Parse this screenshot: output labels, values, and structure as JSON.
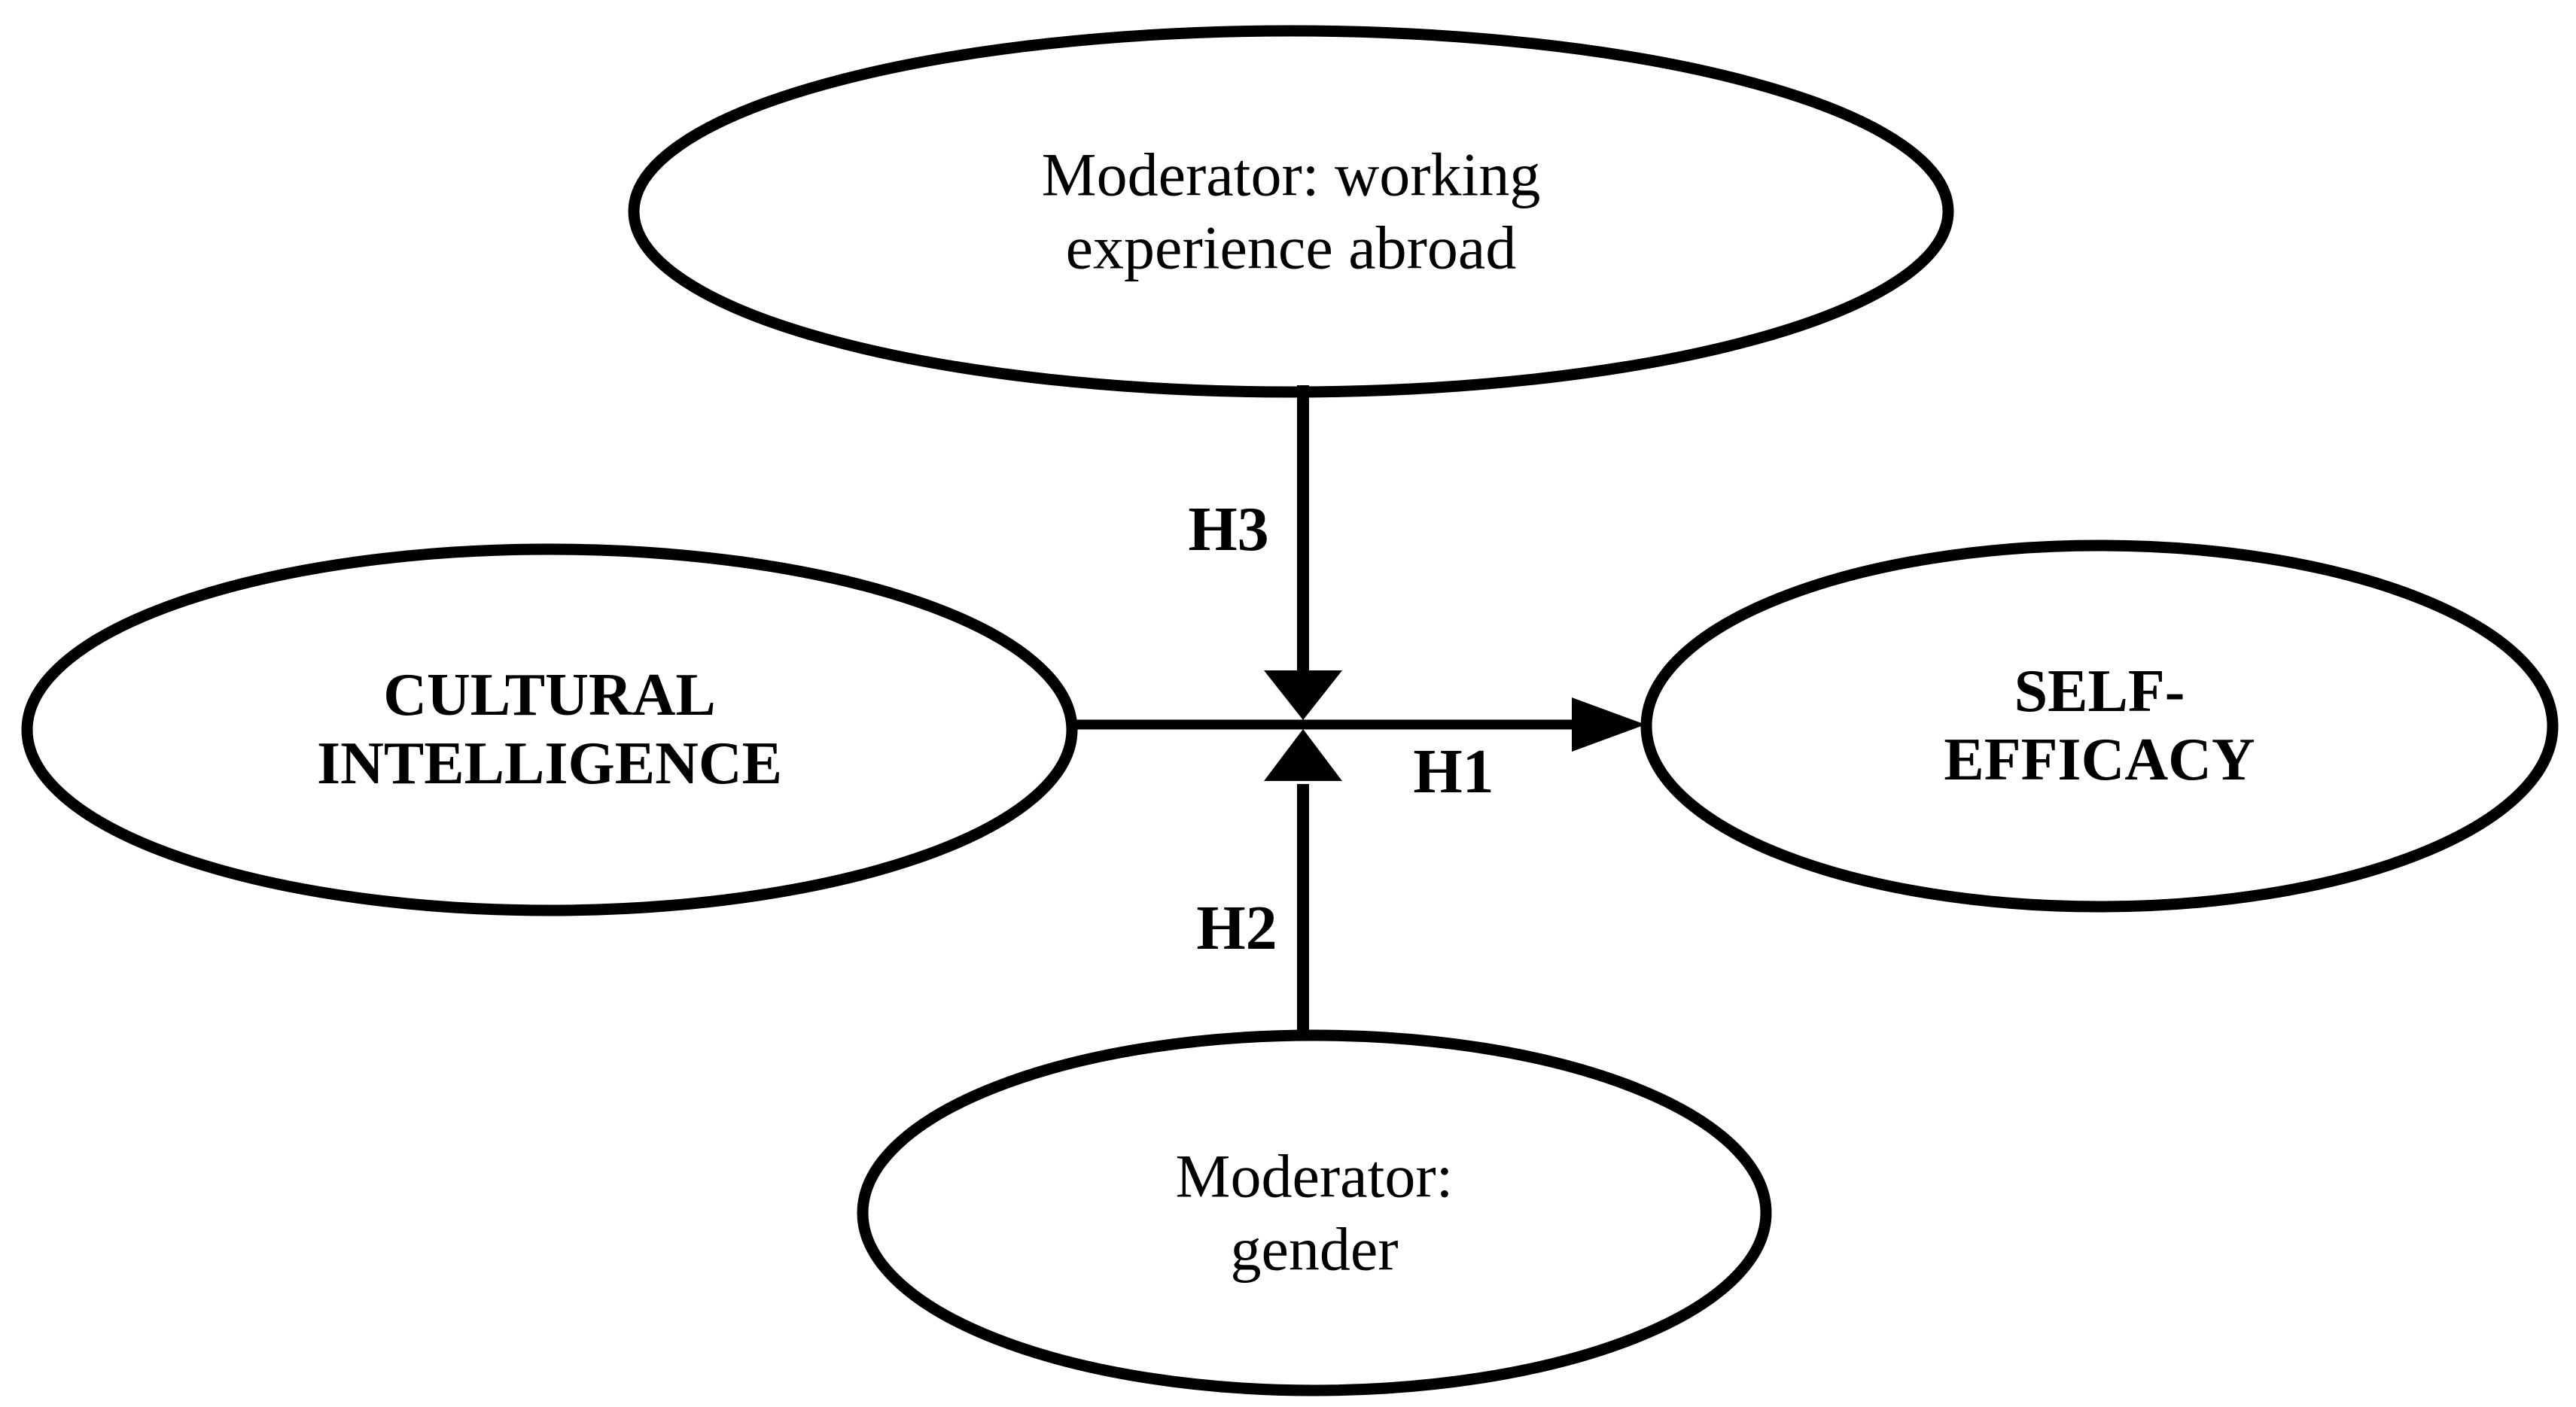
{
  "colors": {
    "background": "#ffffff",
    "ink": "#000000"
  },
  "nodes": {
    "moderator_abroad": {
      "line1": "Moderator: working",
      "line2": "experience abroad"
    },
    "cultural_intelligence": {
      "line1": "CULTURAL",
      "line2": "INTELLIGENCE"
    },
    "self_efficacy": {
      "line1": "SELF-",
      "line2": "EFFICACY"
    },
    "moderator_gender": {
      "line1": "Moderator:",
      "line2": "gender"
    }
  },
  "edges": [
    {
      "label": "H1",
      "from": "cultural_intelligence",
      "to": "self_efficacy"
    },
    {
      "label": "H2",
      "from": "moderator_gender",
      "to": "h1_path"
    },
    {
      "label": "H3",
      "from": "moderator_abroad",
      "to": "h1_path"
    }
  ]
}
